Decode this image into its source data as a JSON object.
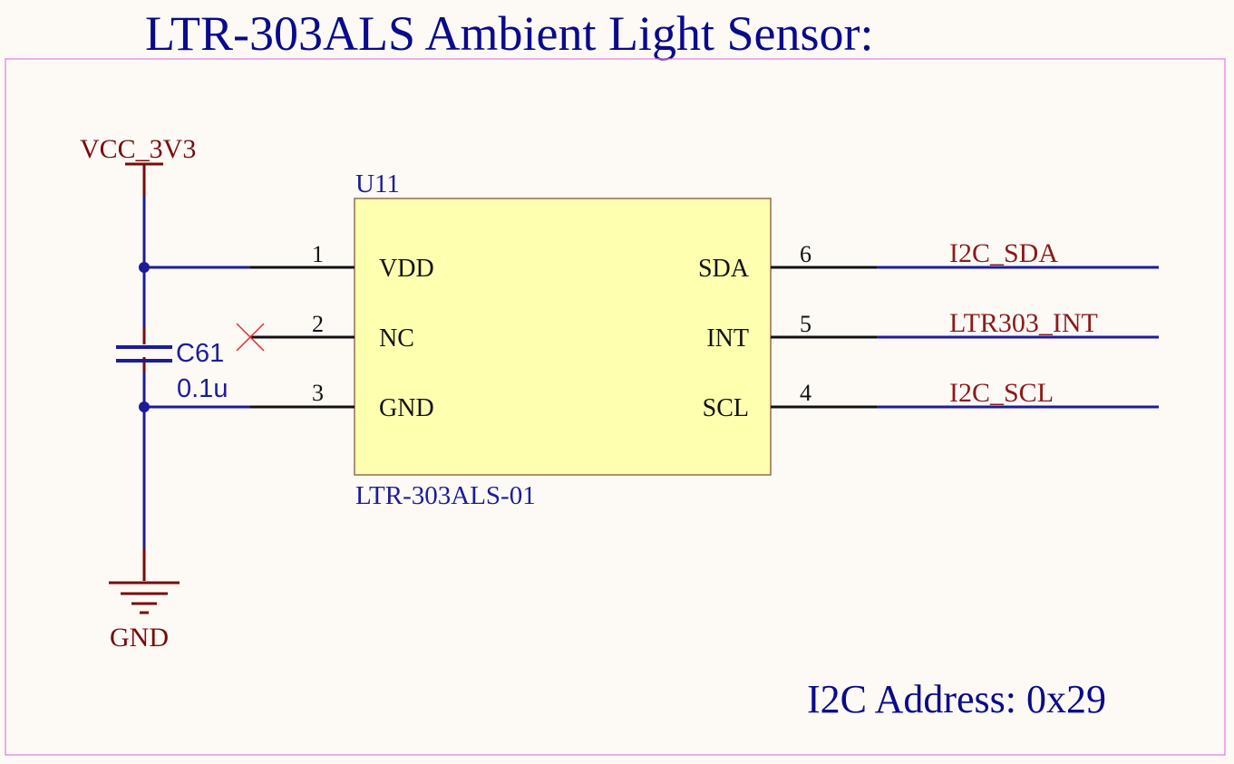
{
  "title": "LTR-303ALS Ambient Light Sensor:",
  "footer_note": "I2C Address: 0x29",
  "colors": {
    "title": "#0a0a8c",
    "wire": "#1c1c9a",
    "pin": "#111111",
    "power": "#7a0a0a",
    "net_label": "#8b1a1a",
    "ic_fill": "#ffffb0",
    "ic_border": "#9a6a4a",
    "sheet_border": "#e07ae0",
    "no_connect": "#e03030"
  },
  "power_symbols": {
    "vcc": "VCC_3V3",
    "gnd": "GND"
  },
  "capacitor": {
    "designator": "C61",
    "value": "0.1u"
  },
  "ic": {
    "designator": "U11",
    "part": "LTR-303ALS-01",
    "left_pins": [
      {
        "number": "1",
        "name": "VDD"
      },
      {
        "number": "2",
        "name": "NC"
      },
      {
        "number": "3",
        "name": "GND"
      }
    ],
    "right_pins": [
      {
        "number": "6",
        "name": "SDA",
        "net": "I2C_SDA"
      },
      {
        "number": "5",
        "name": "INT",
        "net": "LTR303_INT"
      },
      {
        "number": "4",
        "name": "SCL",
        "net": "I2C_SCL"
      }
    ]
  }
}
